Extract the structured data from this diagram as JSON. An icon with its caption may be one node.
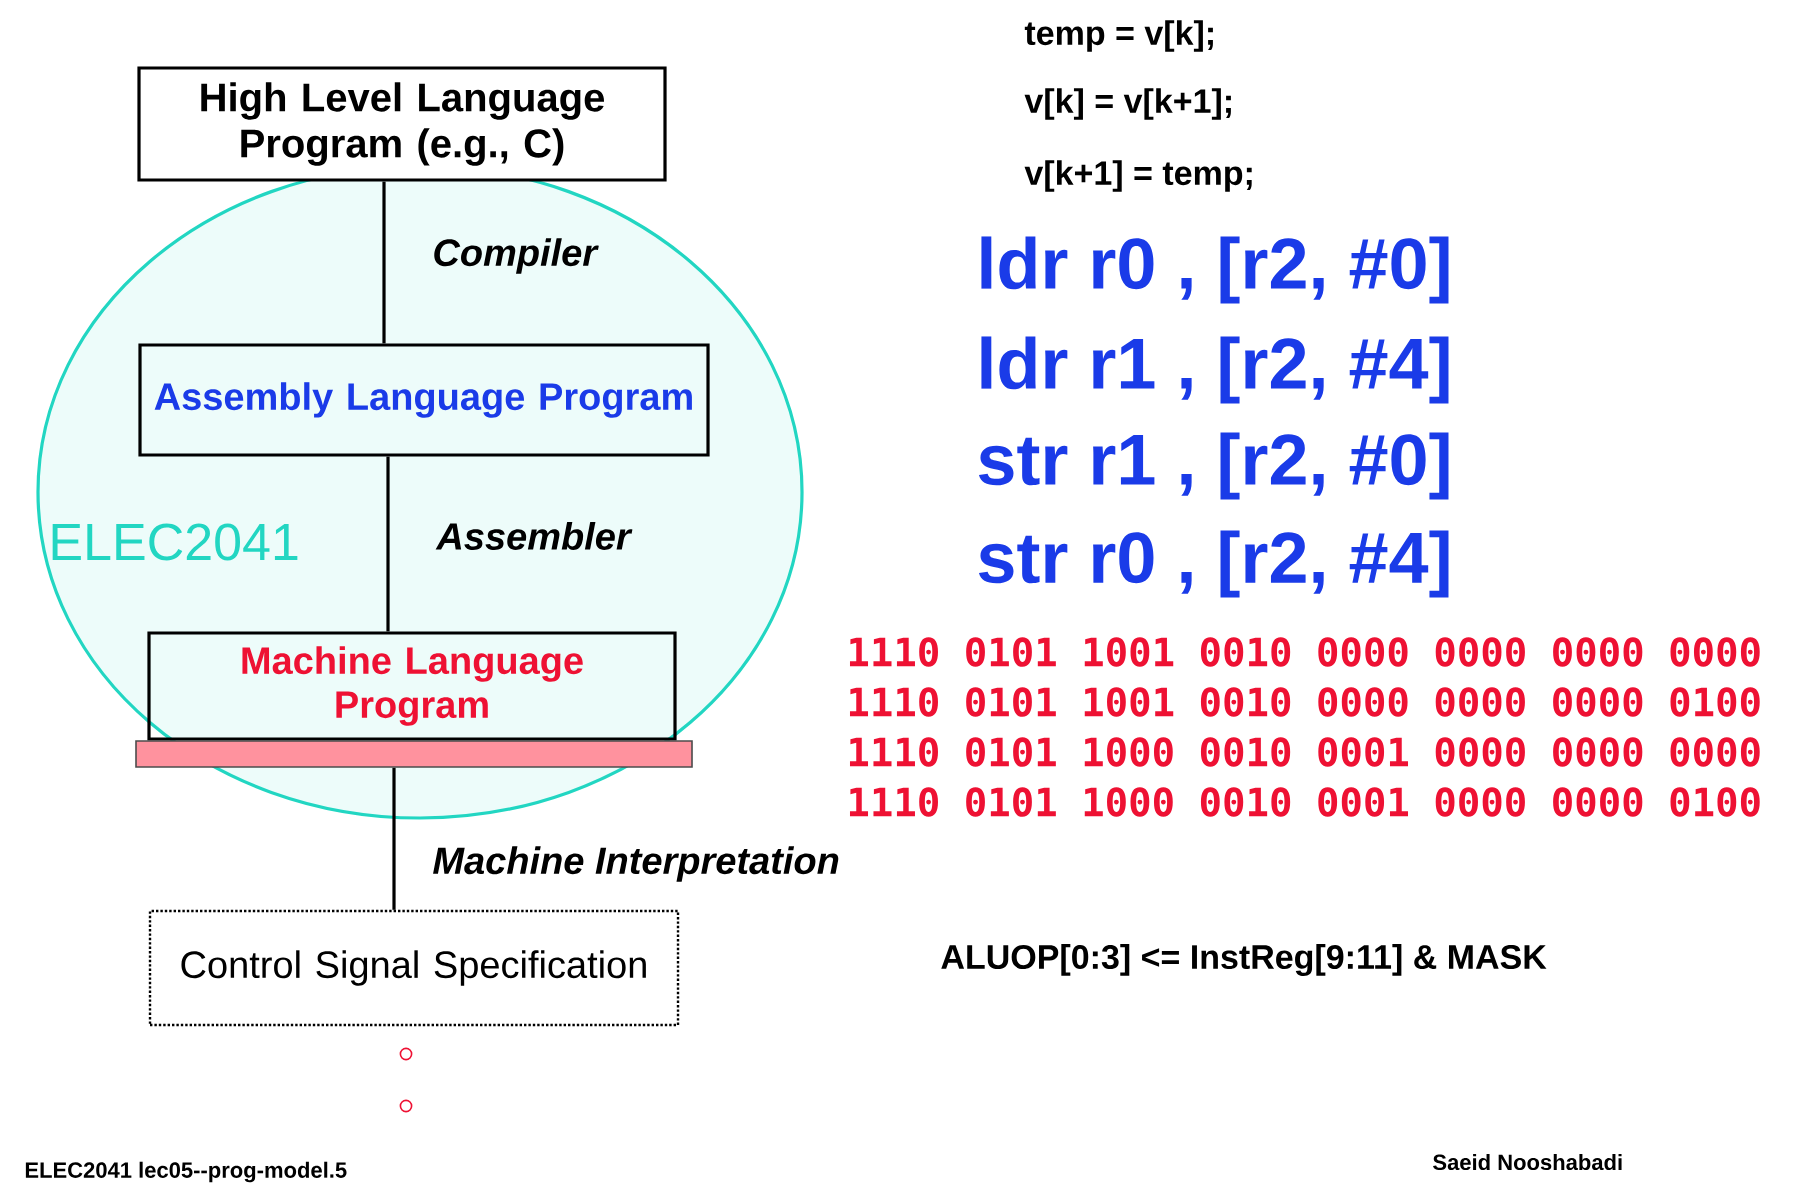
{
  "diagram": {
    "nodes": [
      {
        "text": [
          "ELEC2041"
        ]
      },
      {
        "text": [
          "High Level Language Program (e.g., C)"
        ]
      },
      {
        "text": [
          "Assembly Language Program"
        ],
        "in": 0
      },
      {
        "text": [
          "Machine Language Program"
        ],
        "in": 0
      },
      {
        "text": [],
        "shape": "bar",
        "in": 0
      },
      {
        "text": [
          "Control Signal Specification"
        ]
      }
    ],
    "edges": [
      {
        "from": 1,
        "to": 2,
        "arrow": "none",
        "label": "Compiler"
      },
      {
        "from": 2,
        "to": 3,
        "arrow": "none",
        "label": "Assembler"
      },
      {
        "from": 4,
        "to": 5,
        "arrow": "none",
        "label": "Machine Interpretation"
      }
    ],
    "labels": [
      "temp = v[k];",
      "v[k] = v[k+1];",
      "v[k+1] = temp;",
      "ldr  r0 , [r2, #0]",
      "ldr  r1 , [r2, #4]",
      "str  r1 , [r2, #0]",
      "str  r0 , [r2, #4]",
      "1110 0101 1001 0010 0000 0000 0000 0000",
      "1110 0101 1001 0010 0000 0000 0000 0100",
      "1110 0101 1000 0010 0001 0000 0000 0000",
      "1110 0101 1000 0010 0001 0000 0000 0100",
      "ALUOP[0:3] <= InstReg[9:11] & MASK",
      "ELEC2041  lec05--prog-model.5",
      "Saeid Nooshabadi"
    ]
  }
}
